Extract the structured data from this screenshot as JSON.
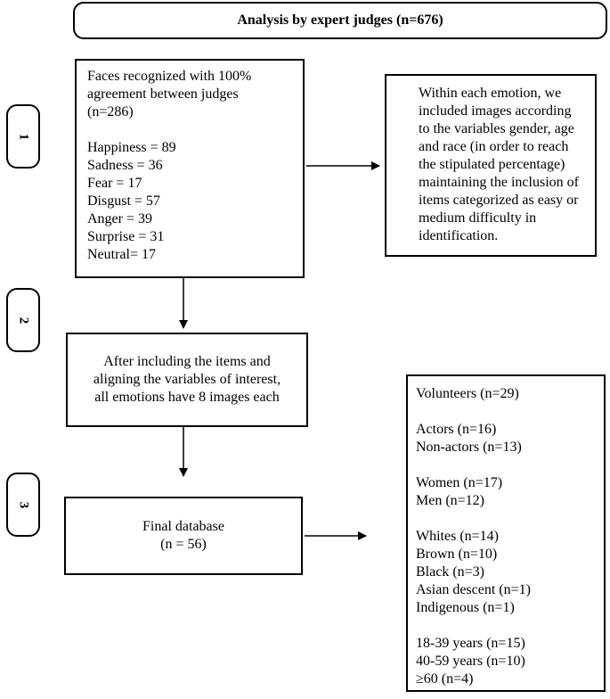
{
  "title": "Analysis by expert judges (n=676)",
  "steps": [
    "1",
    "2",
    "3"
  ],
  "faces_box": {
    "heading_lines": [
      "Faces recognized with 100%",
      "agreement between judges",
      "(n=286)"
    ],
    "emotions": [
      "Happiness = 89",
      "Sadness = 36",
      "Fear = 17",
      "Disgust = 57",
      "Anger = 39",
      "Surprise = 31",
      "Neutral= 17"
    ]
  },
  "criteria_box": {
    "lines": [
      "Within each emotion, we",
      "included images according",
      "to the variables gender, age",
      "and race (in order to reach",
      "the stipulated percentage)",
      "maintaining the inclusion of",
      "items categorized as easy or",
      "medium difficulty in",
      "identification."
    ]
  },
  "alignment_box": {
    "lines": [
      "After including the items and",
      "aligning the variables of interest,",
      "all emotions have 8 images each"
    ]
  },
  "final_box": {
    "lines": [
      "Final database",
      "(n = 56)"
    ]
  },
  "volunteers_box": {
    "groups": [
      [
        "Volunteers (n=29)"
      ],
      [
        "Actors (n=16)",
        "Non-actors (n=13)"
      ],
      [
        "Women (n=17)",
        "Men (n=12)"
      ],
      [
        "Whites (n=14)",
        "Brown (n=10)",
        "Black (n=3)",
        "Asian descent (n=1)",
        "Indigenous (n=1)"
      ],
      [
        "18-39 years (n=15)",
        "40-59 years (n=10)",
        "≥60 (n=4)"
      ]
    ]
  }
}
